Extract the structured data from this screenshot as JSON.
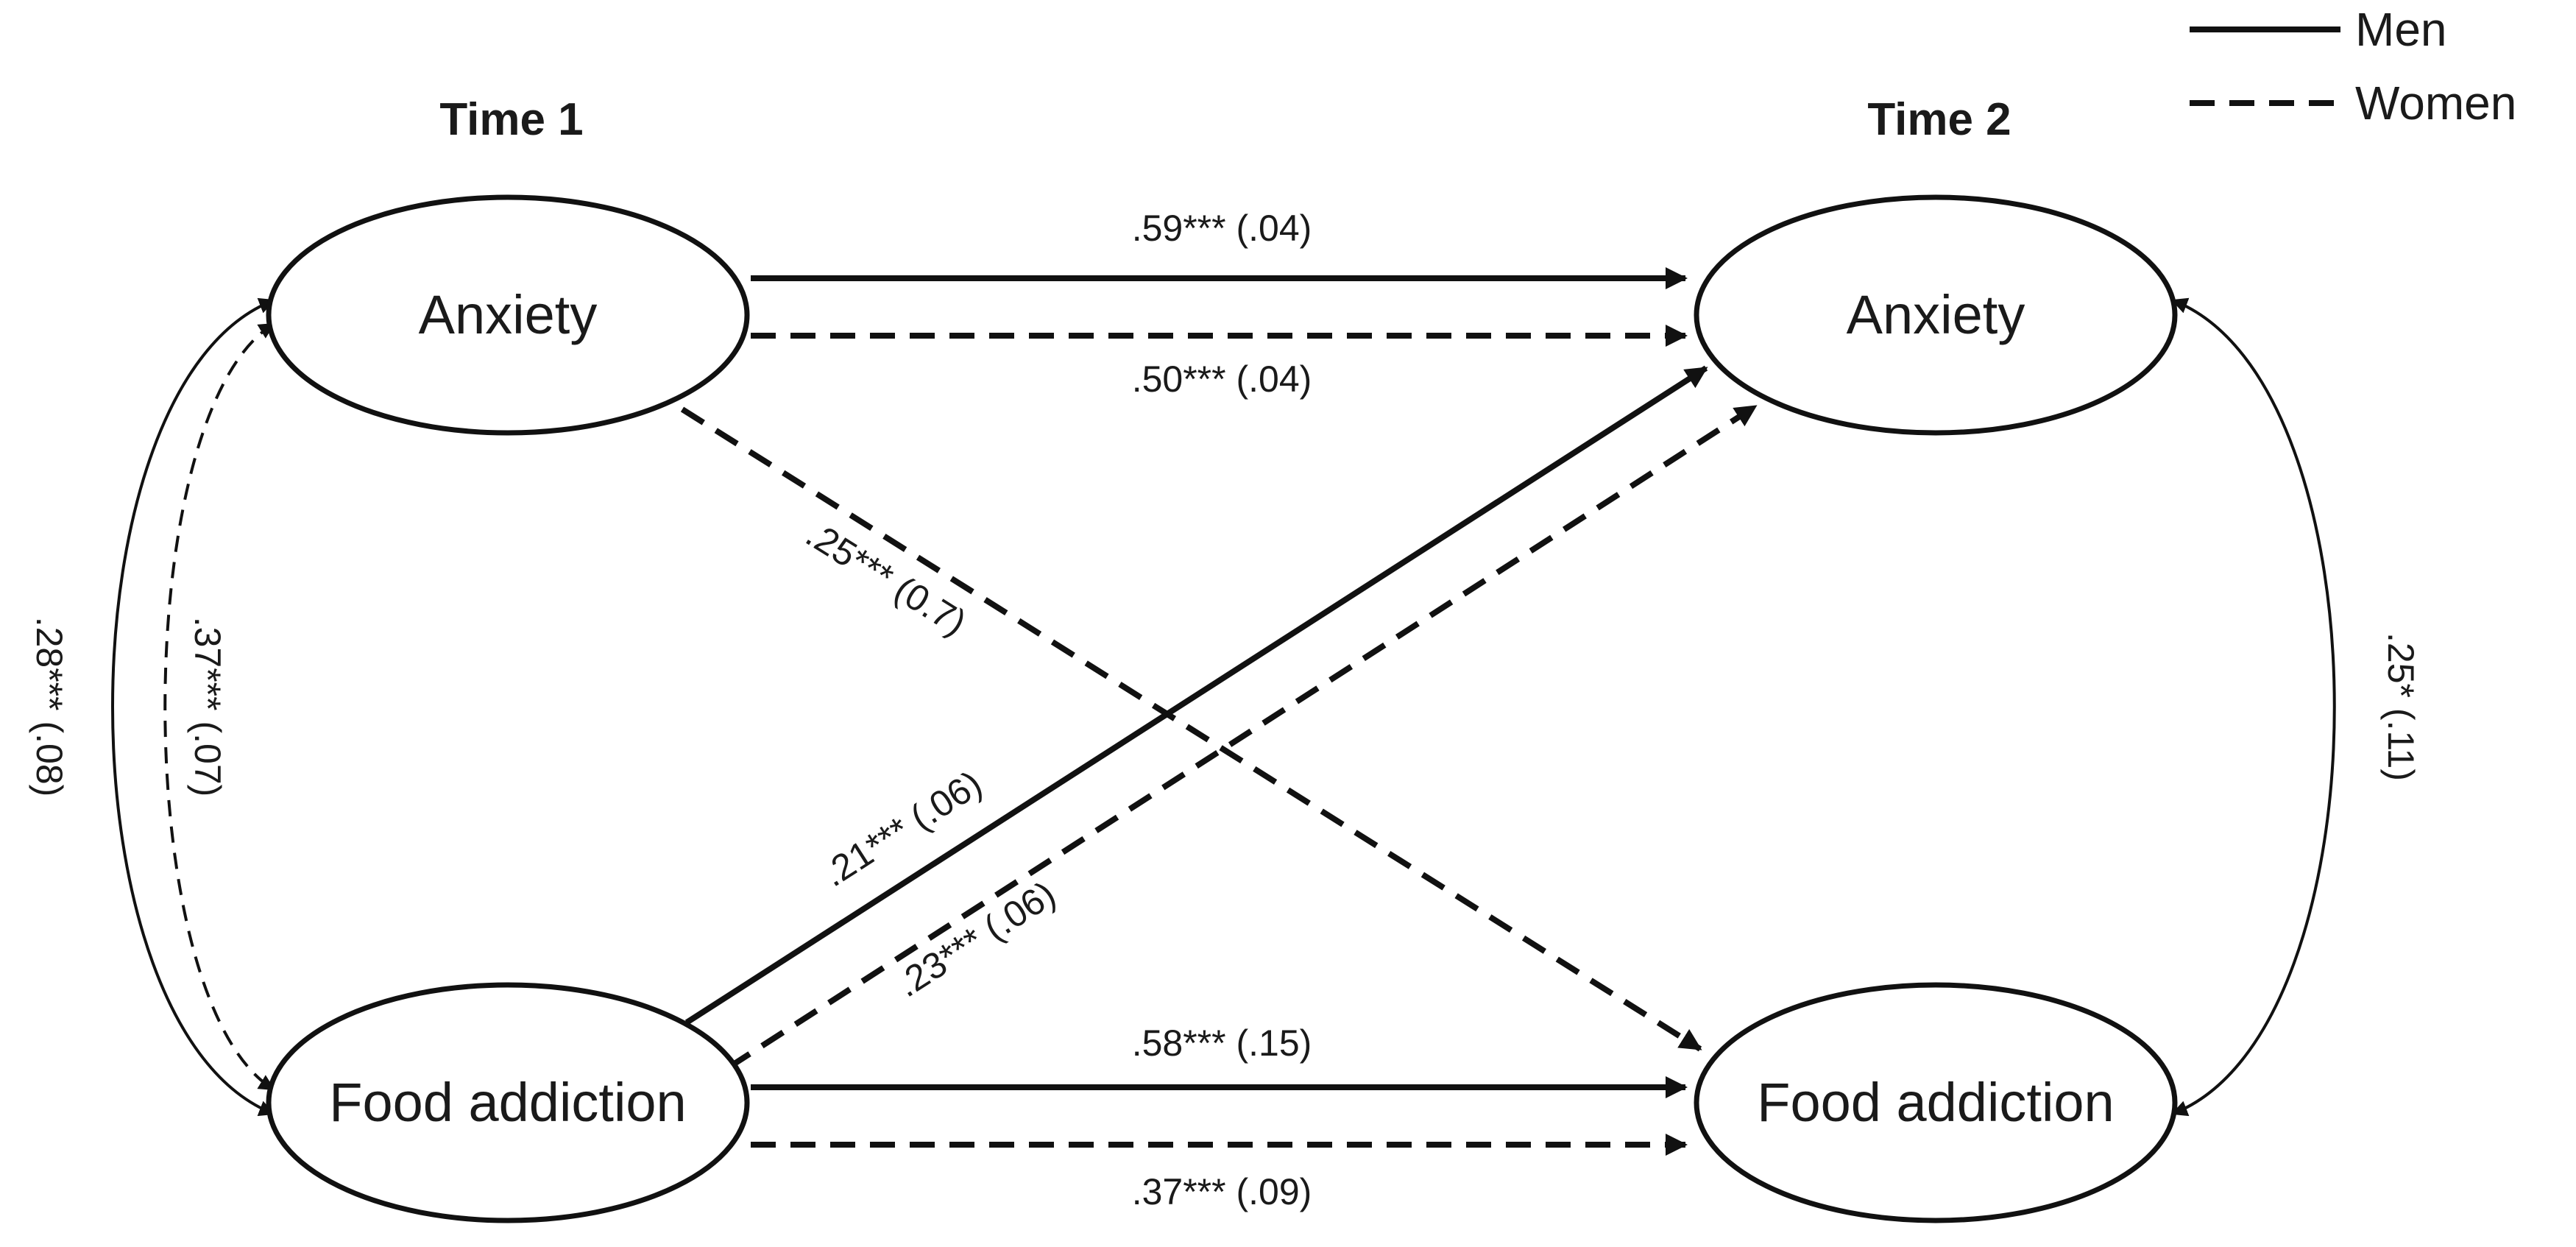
{
  "headers": {
    "time1": "Time 1",
    "time2": "Time 2"
  },
  "legend": {
    "men": "Men",
    "women": "Women"
  },
  "nodes": {
    "anxiety_t1": "Anxiety",
    "food_t1": "Food addiction",
    "anxiety_t2": "Anxiety",
    "food_t2": "Food addiction"
  },
  "paths": {
    "anx_anx_men": ".59*** (.04)",
    "anx_anx_women": ".50*** (.04)",
    "food_food_men": ".58*** (.15)",
    "food_food_women": ".37*** (.09)",
    "food_anx_men": ".21*** (.06)",
    "food_anx_women": ".23*** (.06)",
    "anx_food_women": ".25*** (0.7)"
  },
  "covariances": {
    "t1_men": ".28*** (.08)",
    "t1_women": ".37*** (.07)",
    "t2_men": ".25* (.11)"
  }
}
